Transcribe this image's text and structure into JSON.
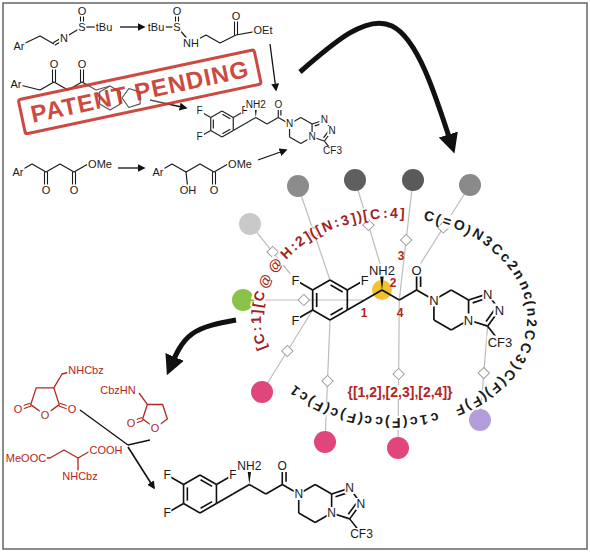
{
  "diagram": {
    "nodes": [
      {
        "text": [
          "PATENT PENDING"
        ]
      }
    ],
    "labels": [
      "O",
      "S",
      "tBu",
      "N",
      "Ar",
      "tBu",
      "S",
      "O",
      "NH",
      "O",
      "OEt",
      "Ar",
      "O",
      "O",
      "Ar",
      "O",
      "O",
      "OMe",
      "Ar",
      "OH",
      "O",
      "OMe",
      "F",
      "F",
      "F",
      "NH2",
      "O",
      "N",
      "N",
      "N",
      "N",
      "CF3",
      "[C:1][C@@H:2]([N:3])[C:4]",
      "C(=O)N3Cc2nnc(n2CC3)C(F)(F)F",
      "c1c(F)cc(F)c(F)c1",
      "{[1,2],[2,3],[2,4]}",
      "1",
      "2",
      "3",
      "4",
      "F",
      "F",
      "F",
      "NH2",
      "O",
      "N",
      "N",
      "N",
      "N",
      "CF3",
      "O",
      "O",
      "O",
      "NHCbz",
      "O",
      "O",
      "CbzHN",
      "MeOOC",
      "COOH",
      "NHCbz",
      "F",
      "F",
      "F",
      "NH2",
      "O",
      "N",
      "N",
      "N",
      "N",
      "CF3"
    ]
  }
}
